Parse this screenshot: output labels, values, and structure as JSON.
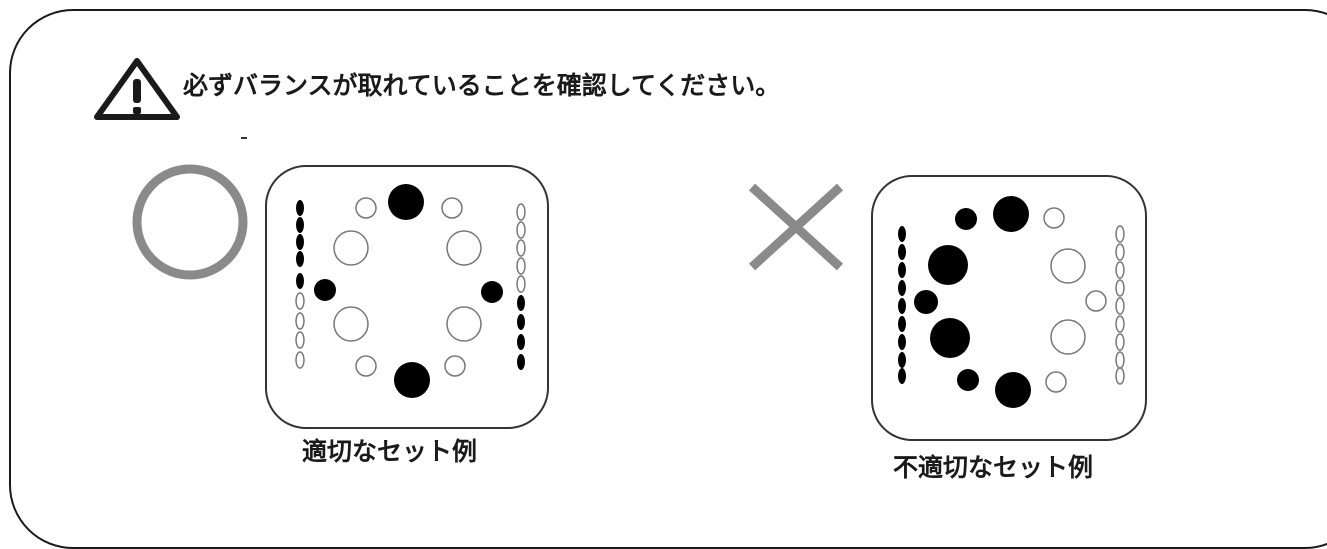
{
  "heading": "必ずバランスが取れていることを確認してください。",
  "good_example": {
    "caption": "適切なセット例",
    "mark": "circle-ok-icon"
  },
  "bad_example": {
    "caption": "不適切なセット例",
    "mark": "cross-ng-icon"
  },
  "colors": {
    "line": "#1a1a1a",
    "mark_gray": "#8a8a8a",
    "hollow": "#8a8a8a"
  }
}
